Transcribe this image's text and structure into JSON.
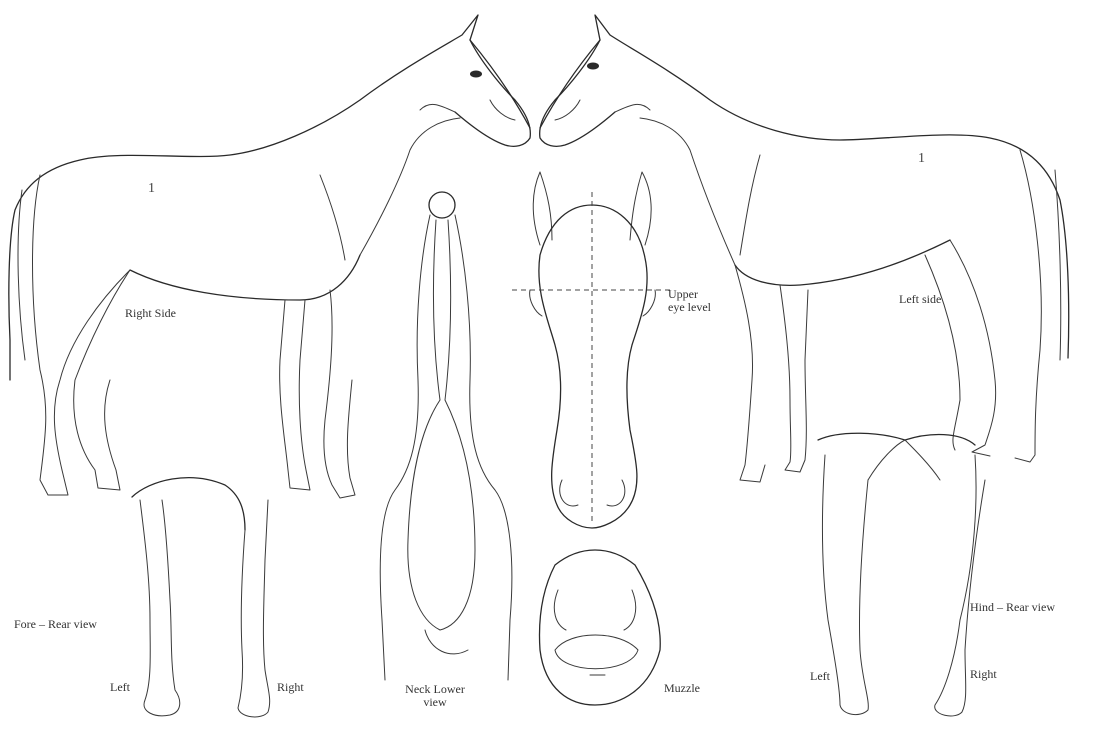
{
  "labels": {
    "right_side": "Right Side",
    "left_side": "Left side",
    "upper_eye_level": "Upper eye level",
    "fore_rear_view": "Fore – Rear view",
    "fore_left": "Left",
    "fore_right": "Right",
    "neck_lower_view": "Neck Lower view",
    "muzzle": "Muzzle",
    "hind_rear_view": "Hind – Rear view",
    "hind_left": "Left",
    "hind_right": "Right"
  }
}
